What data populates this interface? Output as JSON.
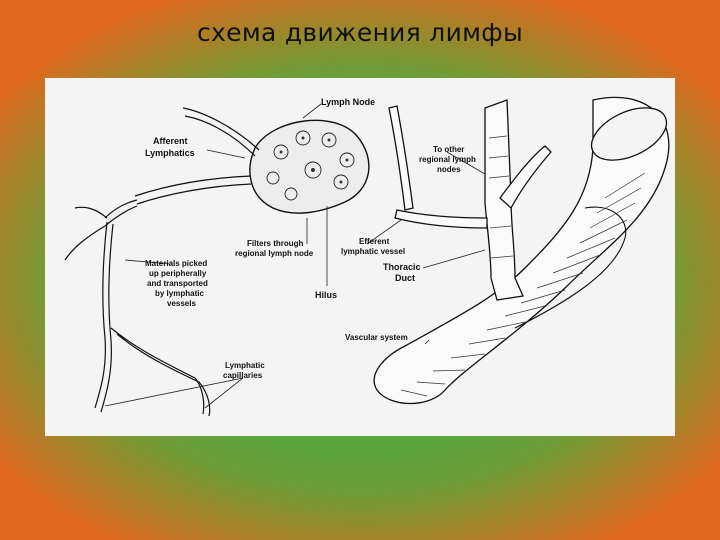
{
  "title": "схема движения лимфы",
  "diagram": {
    "labels": {
      "lymph_node": "Lymph Node",
      "afferent_1": "Afferent",
      "afferent_2": "Lymphatics",
      "to_other_1": "To other",
      "to_other_2": "regional lymph",
      "to_other_3": "nodes",
      "filters_1": "Filters through",
      "filters_2": "regional lymph node",
      "efferent_1": "Efferent",
      "efferent_2": "lymphatic vessel",
      "thoracic_1": "Thoracic",
      "thoracic_2": "Duct",
      "materials_1": "Materials picked",
      "materials_2": "up peripherally",
      "materials_3": "and transported",
      "materials_4": "by lymphatic",
      "materials_5": "vessels",
      "hilus": "Hilus",
      "vascular": "Vascular system",
      "capillaries_1": "Lymphatic",
      "capillaries_2": "capillaries"
    }
  }
}
